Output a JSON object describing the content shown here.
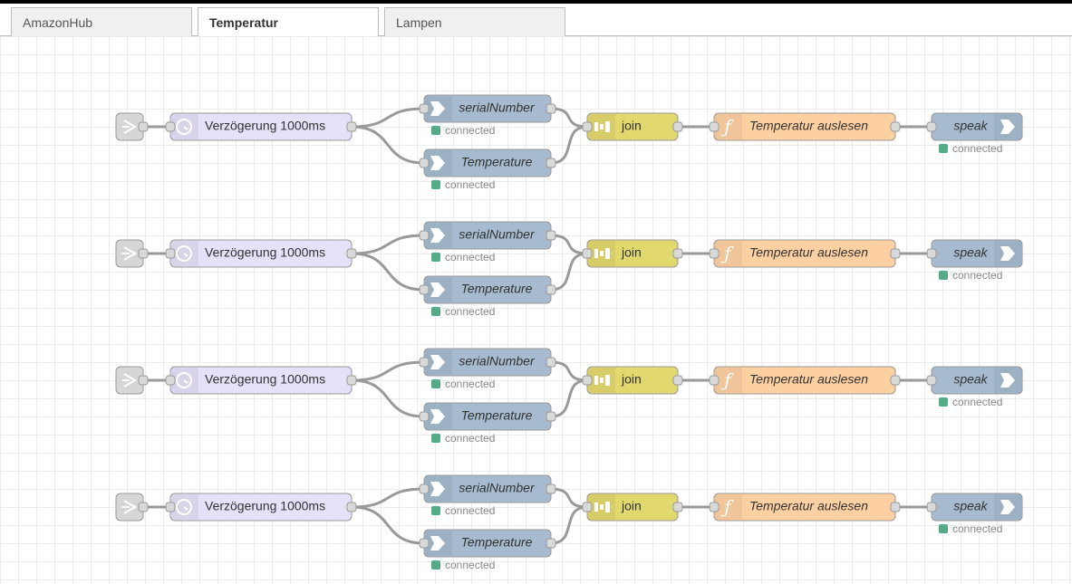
{
  "tabs": [
    {
      "label": "AmazonHub",
      "active": false
    },
    {
      "label": "Temperatur",
      "active": true
    },
    {
      "label": "Lampen",
      "active": false
    }
  ],
  "colors": {
    "inject": "#d6d6d6",
    "delay": "#e6e0f8",
    "alexa_input": "#a6bbcf",
    "join": "#e2d96e",
    "function": "#fdd0a2",
    "alexa_output": "#a6bbcf",
    "status_connected": "#5a8",
    "wire": "#999"
  },
  "flows": [
    {
      "delay_label": "Verzögerung 1000ms",
      "serial_label": "serialNumber",
      "temperature_label": "Temperature",
      "join_label": "join",
      "function_label": "Temperatur auslesen",
      "speak_label": "speak",
      "status": "connected"
    },
    {
      "delay_label": "Verzögerung 1000ms",
      "serial_label": "serialNumber",
      "temperature_label": "Temperature",
      "join_label": "join",
      "function_label": "Temperatur auslesen",
      "speak_label": "speak",
      "status": "connected"
    },
    {
      "delay_label": "Verzögerung 1000ms",
      "serial_label": "serialNumber",
      "temperature_label": "Temperature",
      "join_label": "join",
      "function_label": "Temperatur auslesen",
      "speak_label": "speak",
      "status": "connected"
    },
    {
      "delay_label": "Verzögerung 1000ms",
      "serial_label": "serialNumber",
      "temperature_label": "Temperature",
      "join_label": "join",
      "function_label": "Temperatur auslesen",
      "speak_label": "speak",
      "status": "connected"
    }
  ]
}
